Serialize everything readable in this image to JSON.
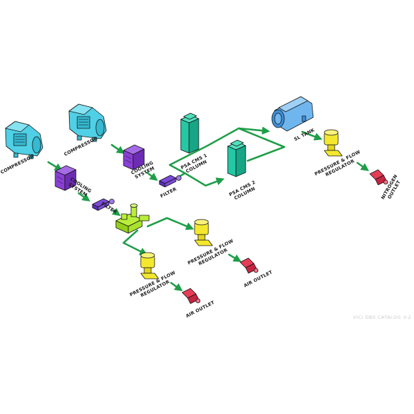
{
  "colors": {
    "pipe": "#1f9e48",
    "compressor": "#4fd0e6",
    "cooling": "#8a3fd6",
    "filter": "#7b4bd8",
    "valve": "#b9ef3a",
    "column": "#25c7a4",
    "tank": "#6fb6ef",
    "regulator": "#f4e82e",
    "outlet": "#e53d56"
  },
  "labels": {
    "compressor1": [
      "COMPRESSOR"
    ],
    "compressor2": [
      "COMPRESSOR"
    ],
    "cooling1": [
      "COOLING",
      "SYSTEM"
    ],
    "cooling2": [
      "COOLING",
      "SYSTEM"
    ],
    "filter1": [
      "FILTER"
    ],
    "filter2": [
      "FILTER"
    ],
    "column1": [
      "PSA CMS 1",
      "COLUMN"
    ],
    "column2": [
      "PSA CMS 2",
      "COLUMN"
    ],
    "tank": [
      "SL TANK"
    ],
    "regulator_left": [
      "PRESSURE & FLOW",
      "REGULATOR"
    ],
    "regulator_mid": [
      "PRESSURE & FLOW",
      "REGULATOR"
    ],
    "regulator_right": [
      "PRESSURE & FLOW",
      "REGULATOR"
    ],
    "outlet_left": [
      "AIR OUTLET"
    ],
    "outlet_mid": [
      "AIR OUTLET"
    ],
    "outlet_right": [
      "NITROGEN",
      "OUTLET"
    ]
  },
  "watermark": "VICI DBS CATALOG ©2"
}
